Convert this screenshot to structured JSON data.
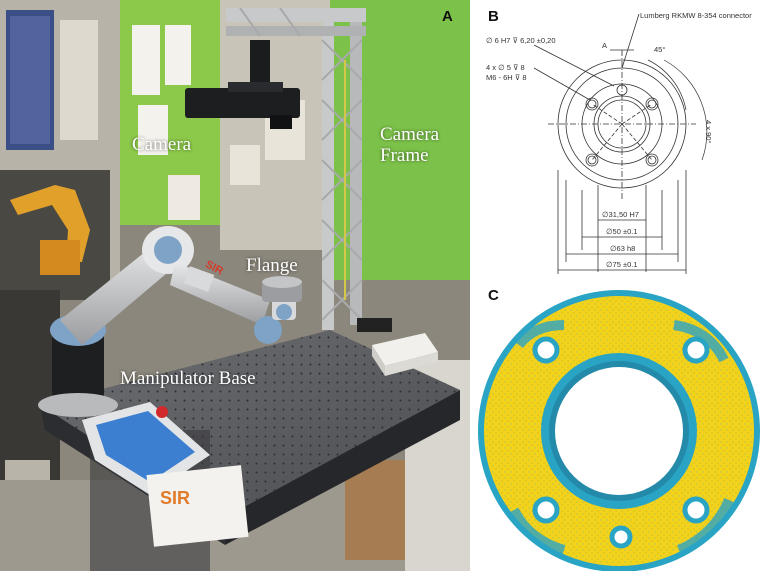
{
  "panel_a": {
    "label": "A",
    "annotations": {
      "camera": "Camera",
      "camera_frame_line1": "Camera",
      "camera_frame_line2": "Frame",
      "flange": "Flange",
      "manipulator_base": "Manipulator Base"
    },
    "arm_brand": "SIR",
    "box_logo": "SIR"
  },
  "panel_b": {
    "label": "B",
    "connector": "Lumberg RKMW 8-354 connector",
    "hole_spec": "∅ 6  H7 ⊽ 6,20 ±0,20",
    "thread_spec_line1": "4 x ∅ 5 ⊽ 8",
    "thread_spec_line2": "M6 - 6H ⊽ 8",
    "section_mark": "A",
    "angle_45": "45°",
    "angle_4x90": "4 x 90°",
    "dim_31": "∅31,50 H7",
    "dim_50": "∅50 ±0.1",
    "dim_63": "∅63 h8",
    "dim_75": "∅75 ±0.1"
  },
  "panel_c": {
    "label": "C",
    "colors": {
      "surface": "#f2d21b",
      "edge": "#2aa4c4"
    }
  }
}
